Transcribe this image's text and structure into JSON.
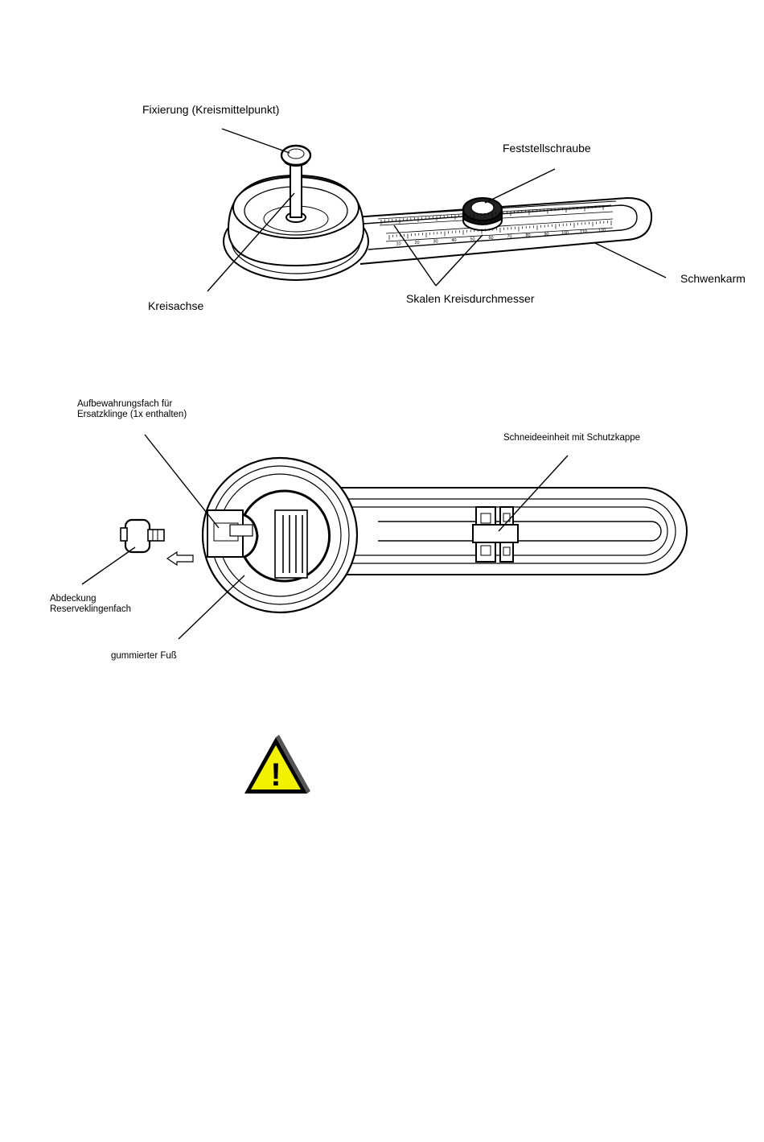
{
  "figure_top": {
    "labels": {
      "fixierung": "Fixierung (Kreismittelpunkt)",
      "feststellschraube": "Feststellschraube",
      "kreisachse": "Kreisachse",
      "skalen": "Skalen Kreisdurchmesser",
      "schwenkarm": "Schwenkarm"
    },
    "scale_numbers": [
      "10",
      "20",
      "30",
      "40",
      "50",
      "60",
      "70",
      "80",
      "90",
      "100",
      "110",
      "120"
    ]
  },
  "figure_bottom": {
    "labels": {
      "aufbewahrungsfach": "Aufbewahrungsfach für\nErsatzklinge (1x enthalten)",
      "schneideeinheit": "Schneideeinheit mit Schutzkappe",
      "abdeckung": "Abdeckung\nReserveklingenfach",
      "fuss": "gummierter Fuß"
    }
  },
  "warning": {
    "symbol": "!",
    "fill_color": "#f2f200",
    "border_color": "#000000"
  }
}
